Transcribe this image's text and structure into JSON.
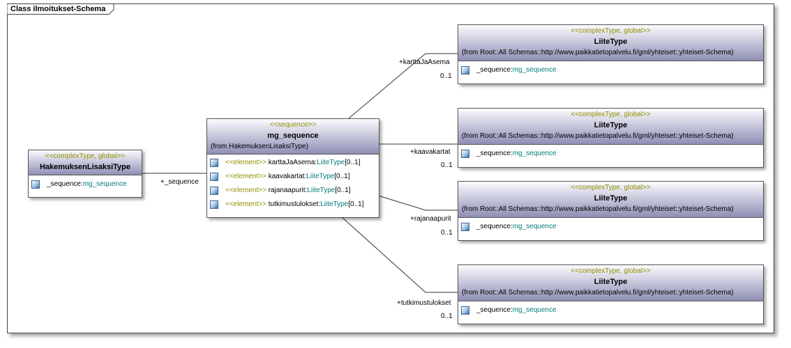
{
  "diagram": {
    "title": "Class ilmoitukset-Schema"
  },
  "hakemus": {
    "stereotype": "<<complexType, global>>",
    "name": "HakemuksenLisaksiType",
    "attr_name": "_sequence:",
    "attr_type": "mg_sequence"
  },
  "mg_sequence": {
    "stereotype": "<<sequence>>",
    "name": "mg_sequence",
    "from": "(from HakemuksenLisaksiType)",
    "rows": [
      {
        "stereo": "<<element>>",
        "name": " karttaJaAsema:",
        "type": "LiiteType",
        "mult": "[0..1]"
      },
      {
        "stereo": "<<element>>",
        "name": " kaavakartat:",
        "type": "LiiteType",
        "mult": "[0..1]"
      },
      {
        "stereo": "<<element>>",
        "name": " rajanaapurit:",
        "type": "LiiteType",
        "mult": "[0..1]"
      },
      {
        "stereo": "<<element>>",
        "name": " tutkimustulokset:",
        "type": "LiiteType",
        "mult": "[0..1]"
      }
    ]
  },
  "liite": [
    {
      "stereotype": "<<complexType, global>>",
      "name": "LiiteType",
      "from": "(from Root::All Schemas::http://www.paikkatietopalvelu.fi/gml/yhteiset::yhteiset-Schema)",
      "attr_name": "_sequence:",
      "attr_type": "mg_sequence"
    },
    {
      "stereotype": "<<complexType, global>>",
      "name": "LiiteType",
      "from": "(from Root::All Schemas::http://www.paikkatietopalvelu.fi/gml/yhteiset::yhteiset-Schema)",
      "attr_name": "_sequence:",
      "attr_type": "mg_sequence"
    },
    {
      "stereotype": "<<complexType, global>>",
      "name": "LiiteType",
      "from": "(from Root::All Schemas::http://www.paikkatietopalvelu.fi/gml/yhteiset::yhteiset-Schema)",
      "attr_name": "_sequence:",
      "attr_type": "mg_sequence"
    },
    {
      "stereotype": "<<complexType, global>>",
      "name": "LiiteType",
      "from": "(from Root::All Schemas::http://www.paikkatietopalvelu.fi/gml/yhteiset::yhteiset-Schema)",
      "attr_name": "_sequence:",
      "attr_type": "mg_sequence"
    }
  ],
  "links": {
    "hakemus_to_seq": "+_sequence",
    "roles": [
      "+karttaJaAsema",
      "+kaavakartat",
      "+rajanaapurit",
      "+tutkimustulokset"
    ],
    "multiplicity": [
      "0..1",
      "0..1",
      "0..1",
      "0..1"
    ]
  }
}
